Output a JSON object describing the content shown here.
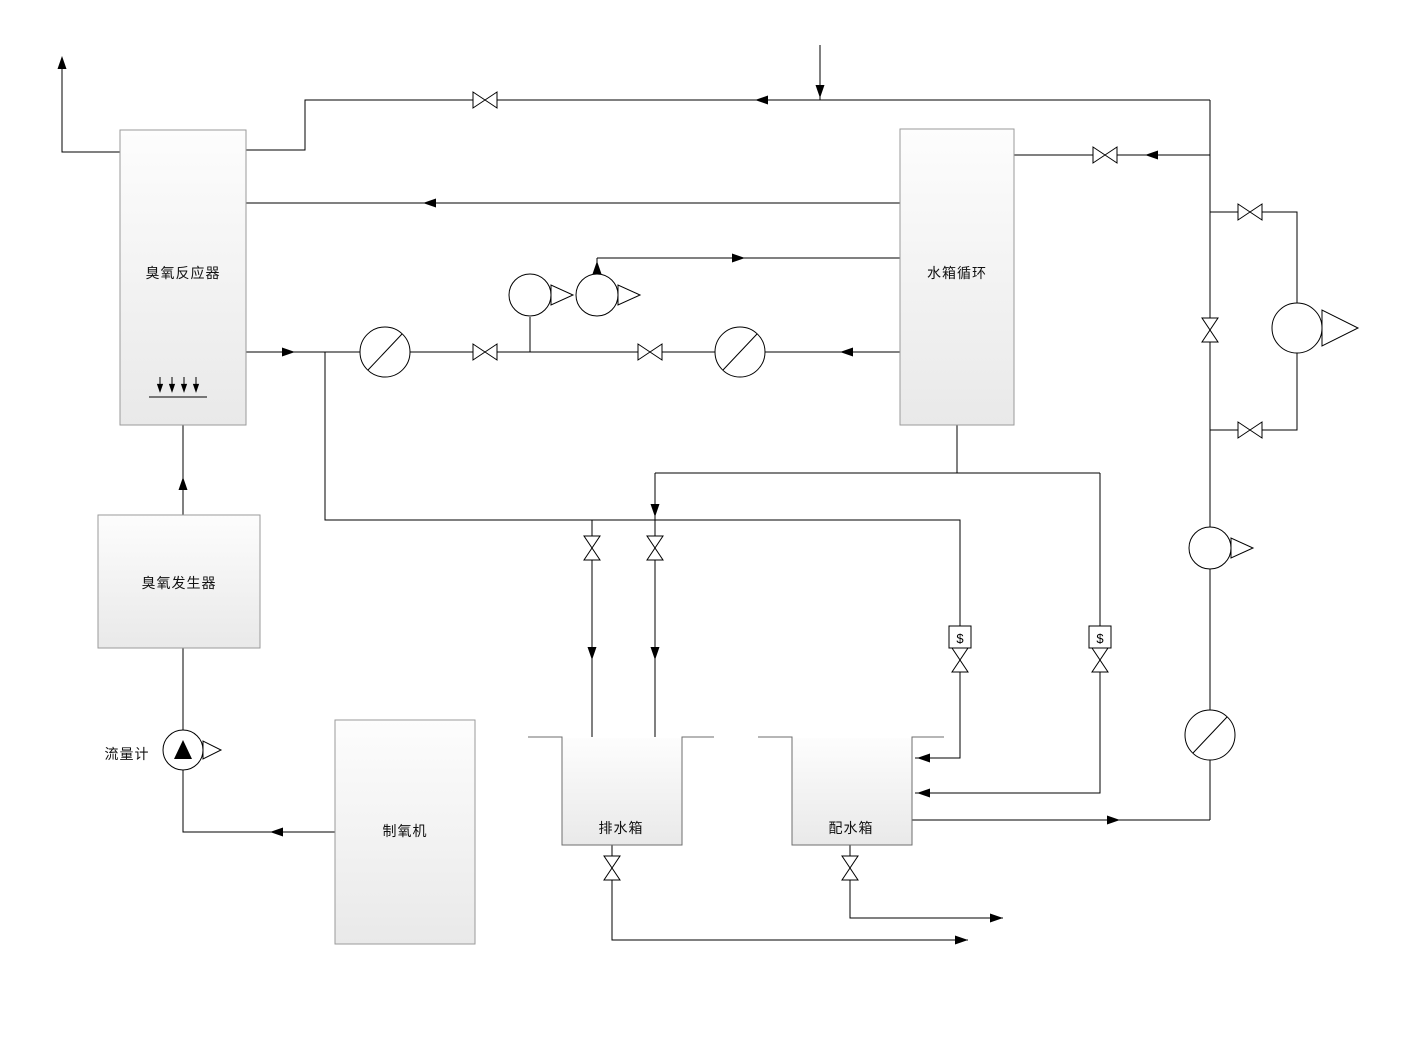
{
  "diagram": {
    "equipment": {
      "ozone_reactor": {
        "label": "臭氧反应器"
      },
      "water_tank_circulation": {
        "label": "水箱循环"
      },
      "ozone_generator": {
        "label": "臭氧发生器"
      },
      "oxygen_machine": {
        "label": "制氧机"
      },
      "drain_tank": {
        "label": "排水箱"
      },
      "distribution_tank": {
        "label": "配水箱"
      },
      "flow_meter": {
        "label": "流量计"
      }
    },
    "symbols": {
      "solenoid_valve": "$"
    },
    "colors": {
      "pipe": "#000000",
      "equipment_border": "#9a9a9a",
      "equipment_fill_light": "#fdfdfd",
      "equipment_fill_dark": "#e9e9e9",
      "background": "#ffffff"
    }
  }
}
